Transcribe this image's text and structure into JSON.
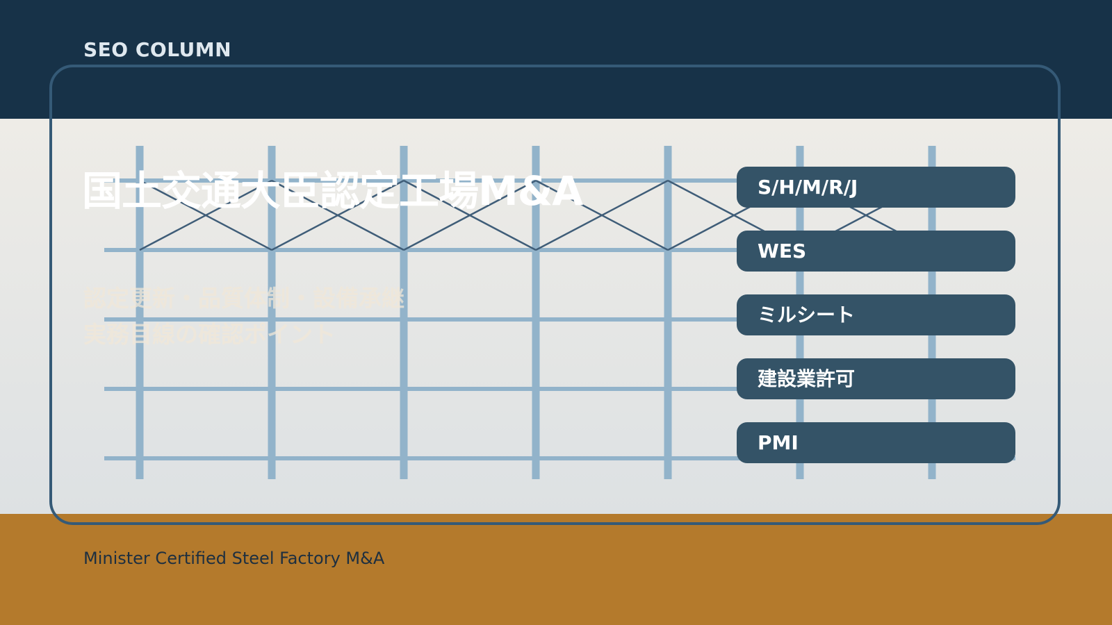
{
  "header": {
    "eyebrow": "SEO COLUMN"
  },
  "main": {
    "title": "国土交通大臣認定工場M&A",
    "subtitle_lines": [
      "認定更新・品質体制・設備承継",
      "実務目線の確認ポイント"
    ]
  },
  "tags": [
    {
      "label": "S/H/M/R/J"
    },
    {
      "label": "WES"
    },
    {
      "label": "ミルシート"
    },
    {
      "label": "建設業許可"
    },
    {
      "label": "PMI"
    }
  ],
  "footer": {
    "text": "Minister Certified Steel Factory M&A"
  },
  "colors": {
    "navy": "#173248",
    "frame": "#355a77",
    "grid": "#92b3ca",
    "brace": "#3f5d78",
    "tag_bg": "#345367",
    "accent": "#b47a2c"
  },
  "icons": [
    "steel-frame-grid-illustration"
  ]
}
